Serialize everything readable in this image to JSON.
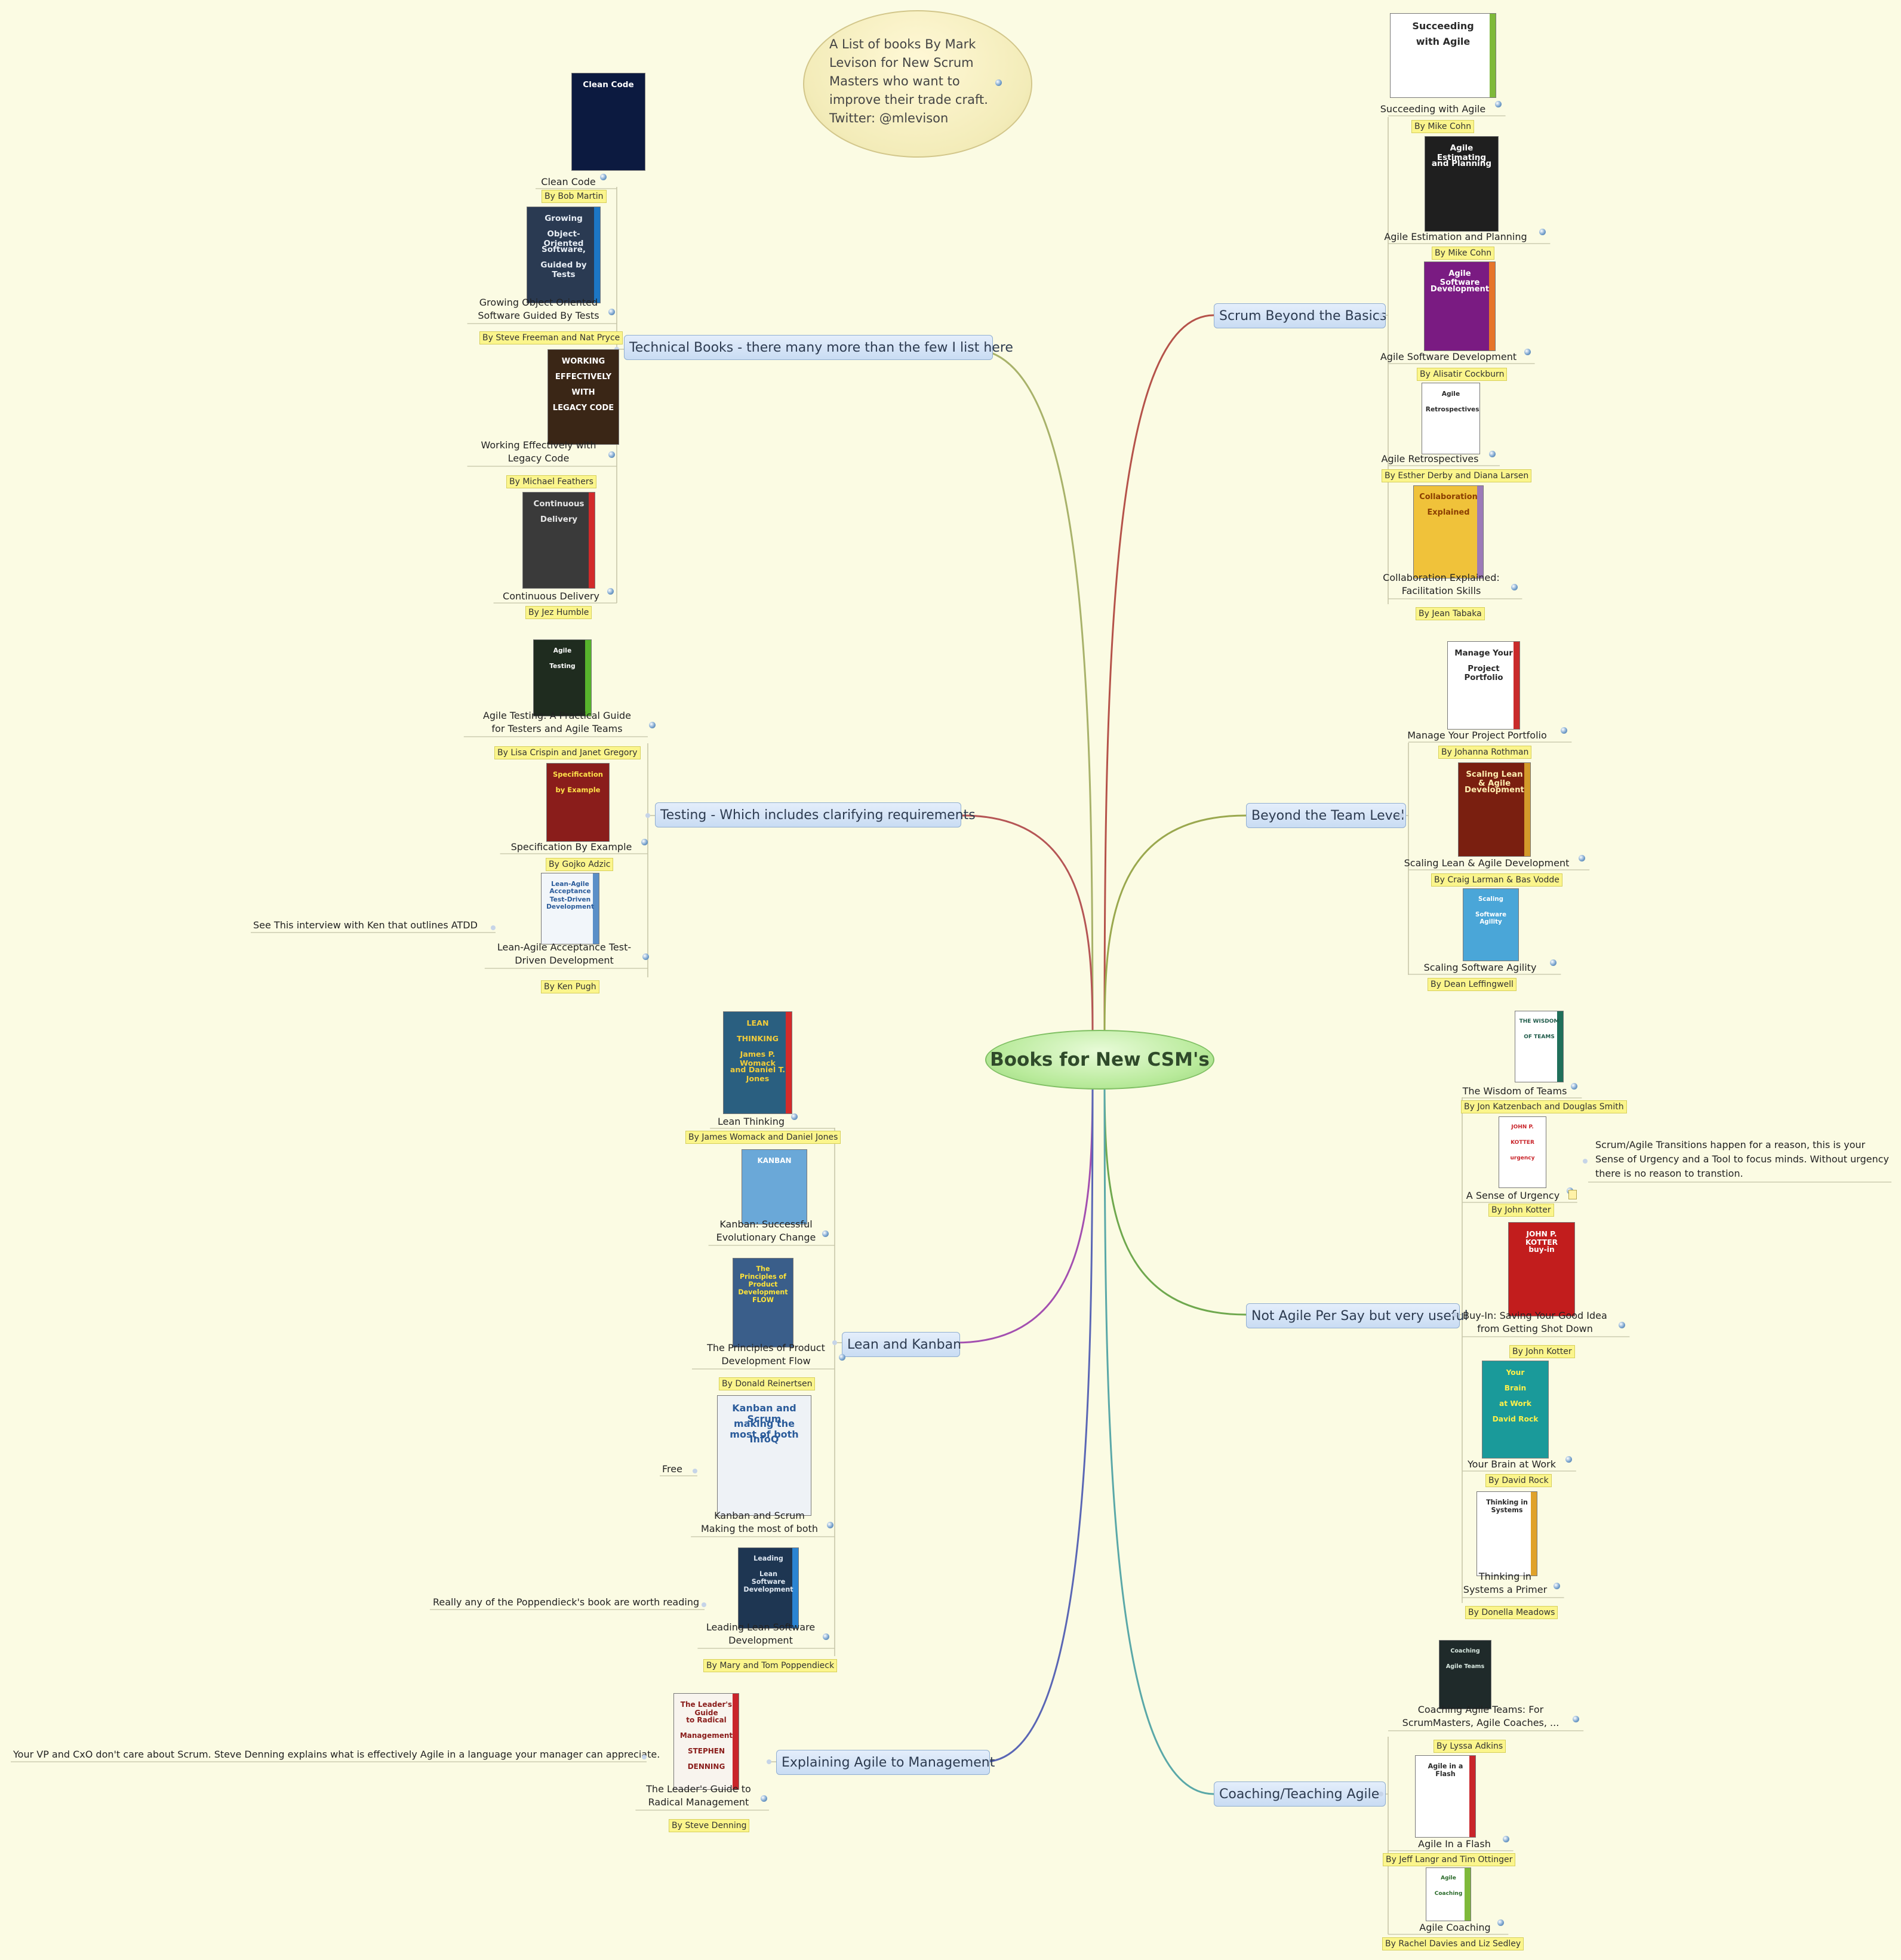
{
  "map": {
    "central": "Books for New CSM's",
    "intro_note": {
      "lines": [
        "A List of books By Mark",
        "Levison for New Scrum",
        "Masters who want to",
        "  improve their trade craft.",
        "Twitter: @mlevison"
      ]
    },
    "branches": [
      {
        "label": "Technical Books - there many more than the few I list here",
        "books": [
          {
            "title": "Clean Code",
            "author": "By Bob Martin",
            "cover": [
              "Clean Code"
            ]
          },
          {
            "title": "Growing Object Oriented\nSoftware Guided By Tests",
            "author": "By Steve Freeman and Nat Pryce",
            "cover": [
              "Growing",
              "Object-Oriented",
              "Software,",
              "Guided by Tests"
            ]
          },
          {
            "title": "Working Effectively with\nLegacy Code",
            "author": "By Michael Feathers",
            "cover": [
              "WORKING",
              "EFFECTIVELY",
              "WITH",
              "LEGACY CODE"
            ]
          },
          {
            "title": "Continuous Delivery",
            "author": "By Jez Humble",
            "cover": [
              "Continuous",
              "Delivery"
            ]
          }
        ]
      },
      {
        "label": "Testing - Which includes clarifying requirements",
        "books": [
          {
            "title": "Agile Testing: A Practical Guide\nfor Testers and Agile Teams",
            "author": "By Lisa Crispin and Janet Gregory",
            "cover": [
              "Agile",
              "Testing"
            ]
          },
          {
            "title": "Specification By Example",
            "author": "By Gojko Adzic",
            "cover": [
              "Specification",
              "by Example"
            ]
          },
          {
            "title": "Lean-Agile Acceptance Test-\nDriven Development",
            "author": "By Ken Pugh",
            "cover": [
              "Lean-Agile Acceptance",
              "Test-Driven Development"
            ],
            "side_note": "See This interview with Ken that outlines ATDD"
          }
        ]
      },
      {
        "label": "Lean and Kanban",
        "books": [
          {
            "title": "Lean Thinking",
            "author": "By James Womack and Daniel Jones",
            "cover": [
              "LEAN",
              "THINKING",
              "James P. Womack",
              "and Daniel T. Jones"
            ]
          },
          {
            "title": "Kanban: Successful\nEvolutionary Change",
            "author": "",
            "cover": [
              "KANBAN"
            ]
          },
          {
            "title": "The Principles of Product\nDevelopment Flow",
            "author": "By Donald Reinertsen",
            "cover": [
              "The Principles of",
              "Product Development",
              "FLOW"
            ]
          },
          {
            "title": "Kanban and Scrum\nMaking the most of both",
            "author": "",
            "cover": [
              "Kanban and Scrum",
              "making the most of both",
              "InfoQ"
            ],
            "side_note": "Free"
          },
          {
            "title": "Leading Lean Software\nDevelopment",
            "author": "By Mary and Tom Poppendieck",
            "cover": [
              "Leading",
              "Lean Software",
              "Development"
            ],
            "side_note": "Really any of the Poppendieck's book are worth reading"
          }
        ]
      },
      {
        "label": "Explaining Agile to Management",
        "books": [
          {
            "title": "The Leader's Guide to\nRadical Management",
            "author": "By Steve Denning",
            "cover": [
              "The Leader's Guide",
              "to Radical",
              "Management",
              "STEPHEN",
              "DENNING"
            ],
            "side_note": "Your VP and CxO don't care about Scrum. Steve Denning explains what is effectively Agile in a language your manager can appreciate."
          }
        ]
      },
      {
        "label": "Scrum Beyond the Basics",
        "books": [
          {
            "title": "Succeeding with Agile",
            "author": "By Mike Cohn",
            "cover": [
              "Succeeding",
              "with Agile"
            ]
          },
          {
            "title": "Agile Estimation and Planning",
            "author": "By Mike Cohn",
            "cover": [
              "Agile Estimating",
              "and Planning"
            ]
          },
          {
            "title": "Agile Software Development",
            "author": "By Alisatir Cockburn",
            "cover": [
              "Agile Software",
              "Development"
            ]
          },
          {
            "title": "Agile Retrospectives",
            "author": "By Esther Derby and Diana Larsen",
            "cover": [
              "Agile",
              "Retrospectives"
            ]
          },
          {
            "title": "Collaboration Explained:\nFacilitation Skills",
            "author": "By Jean Tabaka",
            "cover": [
              "Collaboration",
              "Explained"
            ]
          }
        ]
      },
      {
        "label": "Beyond the Team Level",
        "books": [
          {
            "title": "Manage Your Project Portfolio",
            "author": "By Johanna Rothman",
            "cover": [
              "Manage Your",
              "Project Portfolio"
            ]
          },
          {
            "title": "Scaling Lean & Agile Development",
            "author": "By Craig Larman & Bas Vodde",
            "cover": [
              "Scaling Lean & Agile",
              "Development"
            ]
          },
          {
            "title": "Scaling Software Agility",
            "author": "By Dean Leffingwell",
            "cover": [
              "Scaling",
              "Software Agility"
            ]
          }
        ]
      },
      {
        "label": "Not Agile Per Say but very useful",
        "books": [
          {
            "title": "The Wisdom of Teams",
            "author": "By Jon Katzenbach and Douglas Smith",
            "cover": [
              "THE WISDOM",
              "OF TEAMS"
            ]
          },
          {
            "title": "A Sense of Urgency",
            "author": "By John Kotter",
            "cover": [
              "JOHN P.",
              "KOTTER",
              "urgency"
            ],
            "side_note": "Scrum/Agile Transitions happen for a reason, this is your Sense of Urgency and a Tool to focus minds. Without urgency there is no reason to transtion."
          },
          {
            "title": "Buy-In: Saving Your Good Idea\nfrom Getting Shot Down",
            "author": "By John Kotter",
            "cover": [
              "JOHN P. KOTTER",
              "buy-in"
            ]
          },
          {
            "title": "Your Brain at Work",
            "author": "By David Rock",
            "cover": [
              "Your",
              "Brain",
              "at Work",
              "David Rock"
            ]
          },
          {
            "title": "Thinking in\nSystems a Primer",
            "author": "By Donella Meadows",
            "cover": [
              "Thinking in Systems"
            ]
          }
        ]
      },
      {
        "label": "Coaching/Teaching Agile",
        "books": [
          {
            "title": "Coaching Agile Teams: For\nScrumMasters, Agile Coaches, ...",
            "author": "By Lyssa Adkins",
            "cover": [
              "Coaching",
              "Agile Teams"
            ]
          },
          {
            "title": "Agile In a Flash",
            "author": "By Jeff Langr and Tim Ottinger",
            "cover": [
              "Agile in a Flash"
            ]
          },
          {
            "title": "Agile Coaching",
            "author": "By Rachel Davies and Liz Sedley",
            "cover": [
              "Agile",
              "Coaching"
            ]
          }
        ]
      }
    ]
  },
  "colors": {
    "background": "#fbfbe3",
    "central_fill": "#b8ea9a",
    "branch_fill": "#c9dcf3",
    "author_fill": "#fbf58c",
    "note_fill": "#f3ecb9"
  }
}
